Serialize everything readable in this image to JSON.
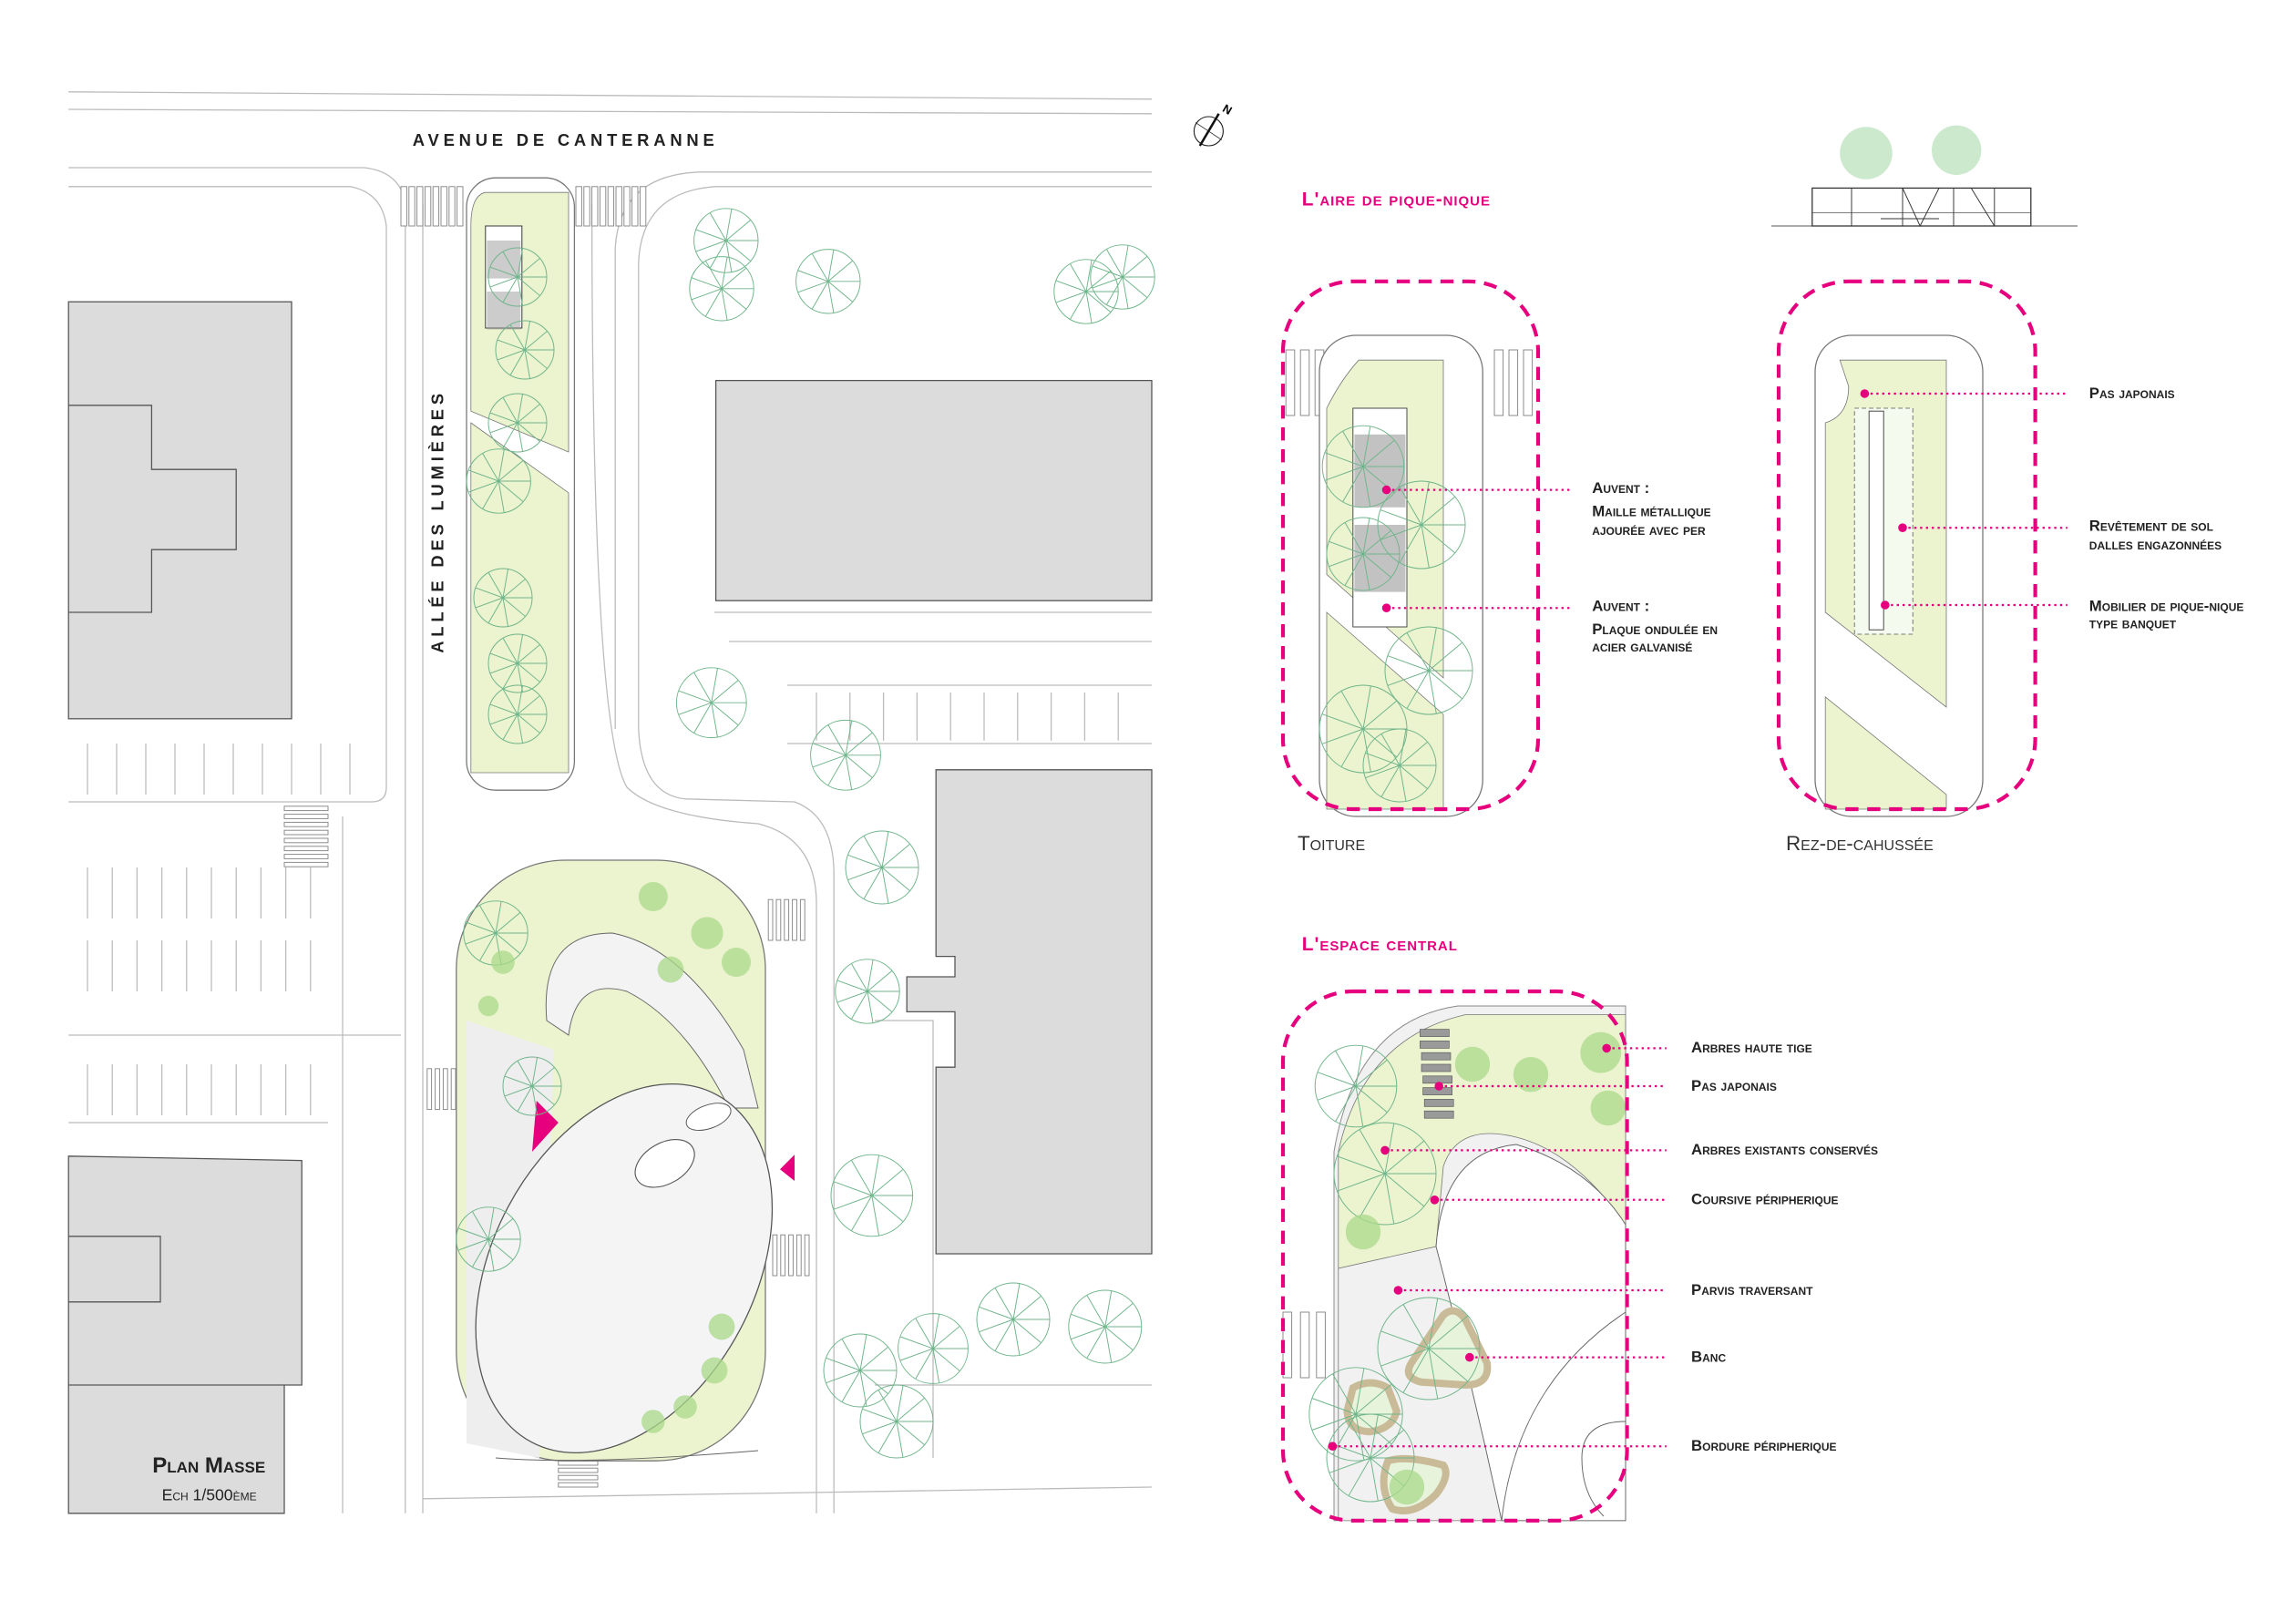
{
  "site_plan": {
    "street_top": "AVENUE DE CANTERANNE",
    "street_left": "ALLÉE DES LUMIÈRES",
    "title": "Plan Masse",
    "scale": "Ech 1/500ème",
    "north_label": "N"
  },
  "picnic": {
    "title": "L'aire de pique-nique",
    "roof_caption": "Toiture",
    "ground_caption": "Rez-de-cahussée",
    "roof_callouts": [
      {
        "line1": "Auvent :",
        "line2": "Maille métallique",
        "line3": "ajourée avec per"
      },
      {
        "line1": "Auvent :",
        "line2": "Plaque ondulée en",
        "line3": "acier galvanisé"
      }
    ],
    "ground_callouts": [
      {
        "line1": "Pas japonais",
        "line2": ""
      },
      {
        "line1": "Revêtement de sol",
        "line2": "dalles engazonnées"
      },
      {
        "line1": "Mobilier de pique-nique",
        "line2": "type banquet"
      }
    ]
  },
  "central": {
    "title": "L'espace central",
    "callouts": [
      "Arbres haute tige",
      "Pas japonais",
      "Arbres existants conservés",
      "Coursive péripherique",
      "Parvis traversant",
      "Banc",
      "Bordure péripherique"
    ]
  },
  "colors": {
    "accent": "#e6007e",
    "grass": "#ebf3cf",
    "building": "#dcdcdc",
    "tree": "#6fb58a"
  }
}
